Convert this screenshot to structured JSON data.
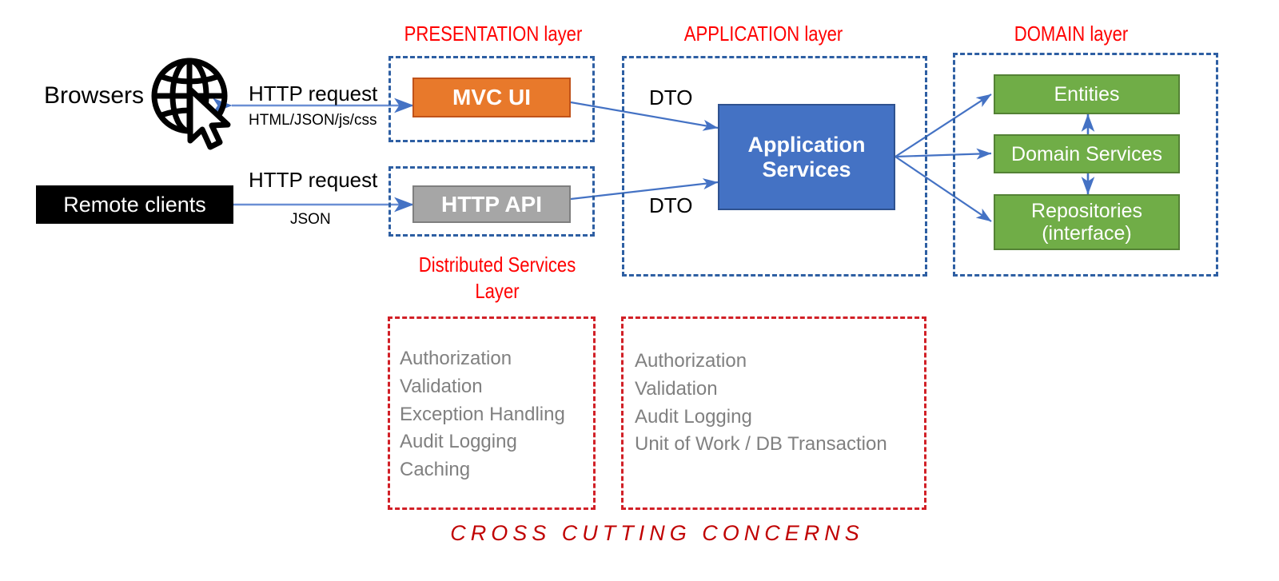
{
  "diagram": {
    "title": "Layered Architecture Diagram",
    "colors": {
      "layer_title": "#FF0000",
      "layer_border": "#2E5FA3",
      "ccc_border": "#D12027",
      "banner": "#C00000",
      "mvc_fill": "#E8792B",
      "api_fill": "#A6A6A6",
      "appsvc_fill": "#4472C4",
      "domain_fill": "#70AD47",
      "client_fill": "#000000",
      "arrow": "#4472C4",
      "ccc_text": "#808080"
    }
  },
  "layer_titles": {
    "presentation": "PRESENTATION layer",
    "application": "APPLICATION layer",
    "domain": "DOMAIN layer",
    "distributed_services": "Distributed Services Layer"
  },
  "actors": {
    "browsers": "Browsers",
    "remote_clients": "Remote clients"
  },
  "presentation": {
    "mvc_ui": "MVC UI",
    "http_api": "HTTP API"
  },
  "application": {
    "app_services": "Application Services"
  },
  "domain": {
    "entities": "Entities",
    "domain_services": "Domain Services",
    "repositories": "Repositories (interface)"
  },
  "edges": {
    "browser_request": "HTTP request",
    "browser_response": "HTML/JSON/js/css",
    "client_request": "HTTP request",
    "client_response": "JSON",
    "dto_top": "DTO",
    "dto_bottom": "DTO"
  },
  "cross_cutting": {
    "banner": "CROSS  CUTTING  CONCERNS",
    "presentation_concerns": [
      "Authorization",
      "Validation",
      "Exception Handling",
      "Audit Logging",
      "Caching"
    ],
    "application_concerns": [
      "Authorization",
      "Validation",
      "Audit Logging",
      "Unit of Work / DB Transaction"
    ]
  }
}
